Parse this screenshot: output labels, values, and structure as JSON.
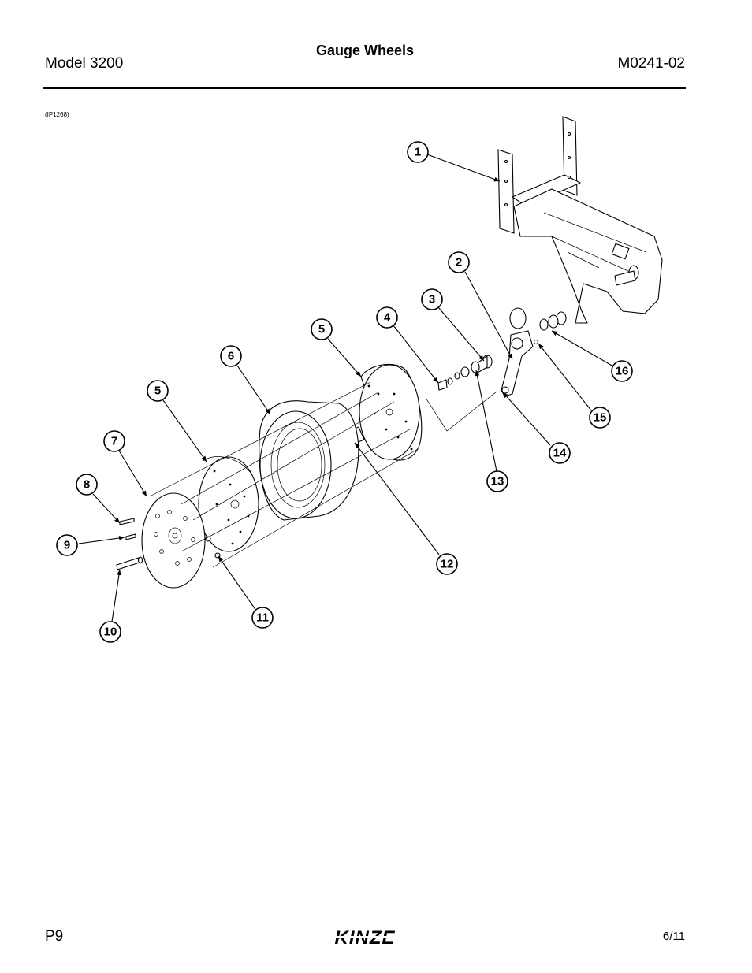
{
  "header": {
    "model": "Model 3200",
    "title": "Gauge Wheels",
    "doc_number": "M0241-02"
  },
  "figure": {
    "id_label": "(IP1268)",
    "callouts": [
      "1",
      "2",
      "3",
      "4",
      "5",
      "6",
      "5",
      "7",
      "8",
      "9",
      "10",
      "11",
      "12",
      "13",
      "14",
      "15",
      "16"
    ]
  },
  "footer": {
    "page": "P9",
    "brand": "KINZE",
    "date": "6/11"
  }
}
